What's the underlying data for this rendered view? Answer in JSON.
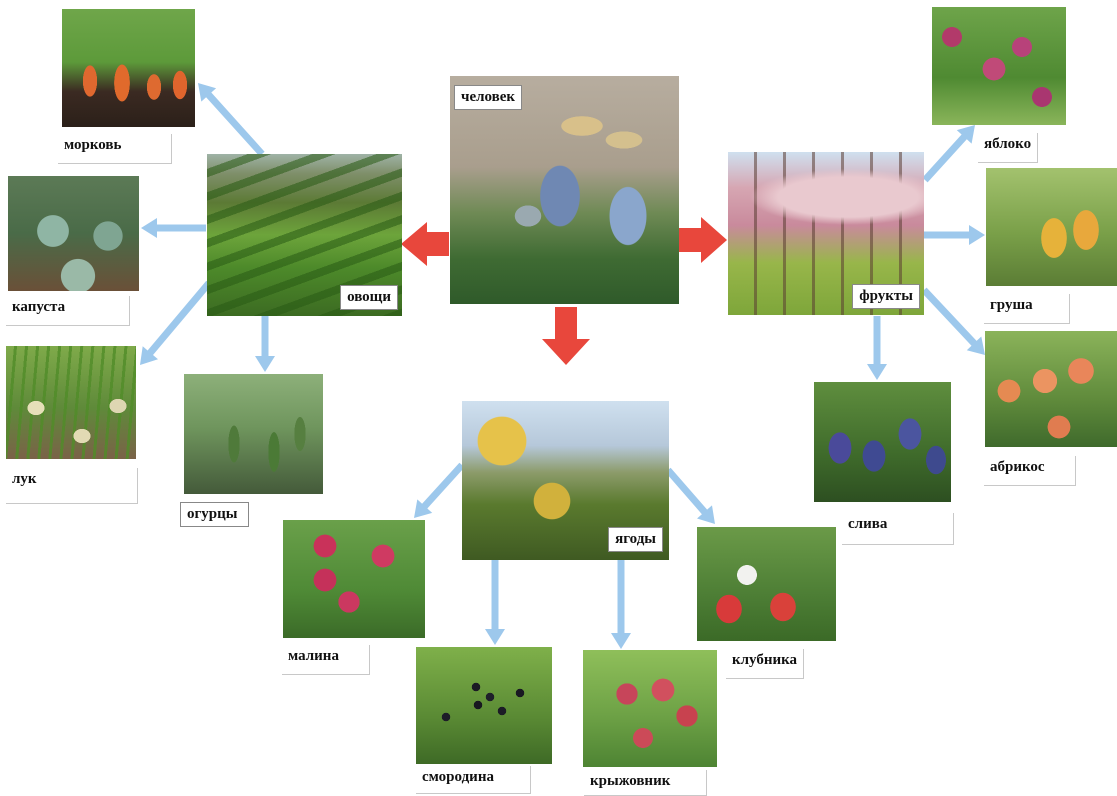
{
  "center": {
    "label": "человек"
  },
  "categories": {
    "vegetables": {
      "label": "овощи"
    },
    "fruits": {
      "label": "фрукты"
    },
    "berries": {
      "label": "ягоды"
    }
  },
  "vegetables": [
    {
      "key": "carrot",
      "label": "морковь"
    },
    {
      "key": "cabbage",
      "label": "капуста"
    },
    {
      "key": "onion",
      "label": "лук"
    },
    {
      "key": "cucumber",
      "label": "огурцы"
    }
  ],
  "fruits": [
    {
      "key": "apple",
      "label": "яблоко"
    },
    {
      "key": "pear",
      "label": "груша"
    },
    {
      "key": "apricot",
      "label": "абрикос"
    },
    {
      "key": "plum",
      "label": "слива"
    }
  ],
  "berries": [
    {
      "key": "raspberry",
      "label": "малина"
    },
    {
      "key": "currant",
      "label": "смородина"
    },
    {
      "key": "gooseberry",
      "label": "крыжовник"
    },
    {
      "key": "strawberry",
      "label": "клубника"
    }
  ],
  "colors": {
    "primary_arrow": "#e8473c",
    "secondary_arrow": "#9dc8ec"
  }
}
